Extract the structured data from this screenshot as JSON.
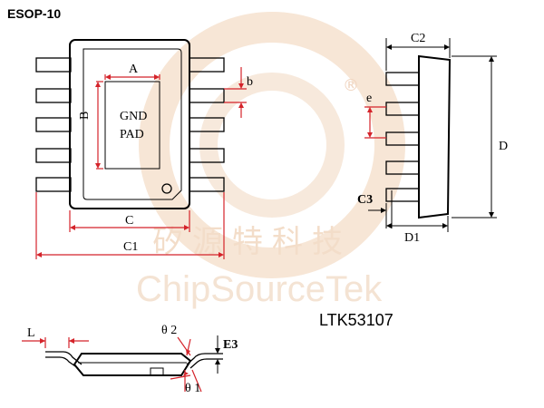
{
  "package": {
    "title": "ESOP-10",
    "part_number": "LTK53107"
  },
  "watermark": {
    "chinese": "矽源特科技",
    "english": "ChipSourceTek",
    "registered_mark": "®"
  },
  "top_view": {
    "pad_line1": "GND",
    "pad_line2": "PAD",
    "labels": {
      "a": "A",
      "b_height": "B",
      "b_lead": "b",
      "c": "C",
      "c1": "C1"
    }
  },
  "side_view": {
    "labels": {
      "c2": "C2",
      "e": "e",
      "d": "D",
      "c3": "C3",
      "d1": "D1"
    }
  },
  "profile_view": {
    "labels": {
      "l": "L",
      "theta2": "θ 2",
      "theta1": "θ 1",
      "e3": "E3"
    }
  },
  "colors": {
    "dimension": "#d4232a",
    "outline": "#000000",
    "watermark": "#f3d9c4"
  }
}
